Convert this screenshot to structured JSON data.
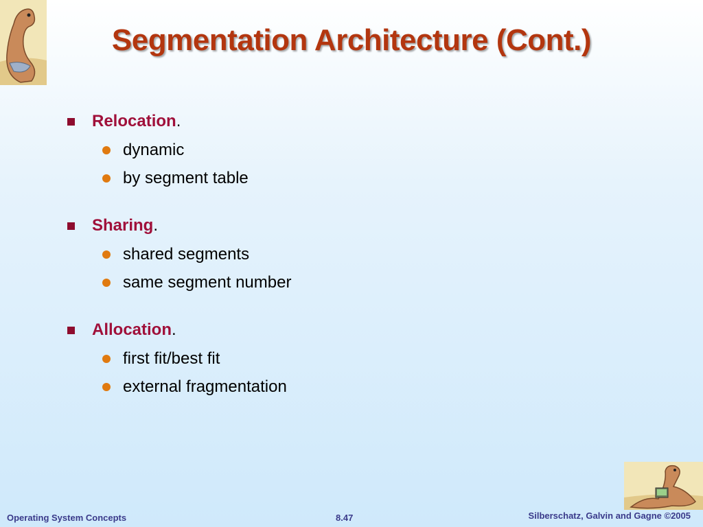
{
  "slide": {
    "title": "Segmentation Architecture (Cont.)",
    "sections": [
      {
        "heading": "Relocation",
        "punct": ".",
        "items": [
          "dynamic",
          "by segment table"
        ]
      },
      {
        "heading": "Sharing",
        "punct": ".",
        "items": [
          "shared segments",
          "same segment number"
        ]
      },
      {
        "heading": "Allocation",
        "punct": ".",
        "items": [
          "first fit/best fit",
          "external fragmentation"
        ]
      }
    ]
  },
  "footer": {
    "left": "Operating System Concepts",
    "center": "8.47",
    "right": "Silberschatz, Galvin and Gagne ©2005"
  },
  "icons": {
    "top_logo": "dinosaur-logo-icon",
    "bottom_logo": "dinosaur-computer-icon"
  },
  "colors": {
    "title": "#b3360f",
    "keyword": "#a0103a",
    "square_bullet": "#8e0c2e",
    "dot_bullet": "#e07a10",
    "footer": "#3a3a8a"
  }
}
